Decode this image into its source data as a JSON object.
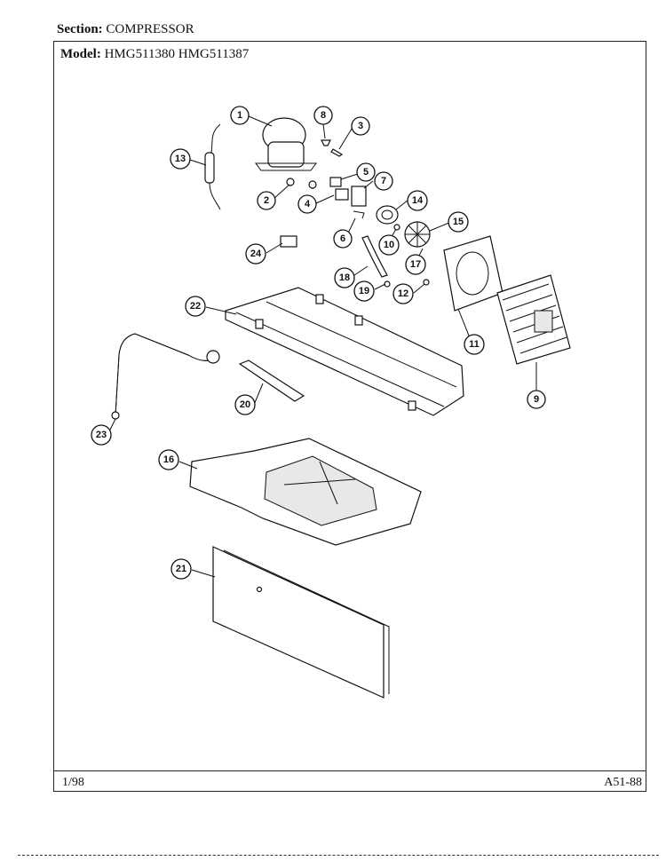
{
  "header": {
    "section_label": "Section:",
    "section_value": "COMPRESSOR"
  },
  "model": {
    "label": "Model:",
    "value": "HMG511380  HMG511387"
  },
  "footer": {
    "date": "1/98",
    "code": "A51-88"
  },
  "callouts": [
    "1",
    "2",
    "3",
    "4",
    "5",
    "6",
    "7",
    "8",
    "9",
    "10",
    "11",
    "12",
    "13",
    "14",
    "15",
    "16",
    "17",
    "18",
    "19",
    "20",
    "21",
    "22",
    "23",
    "24"
  ]
}
